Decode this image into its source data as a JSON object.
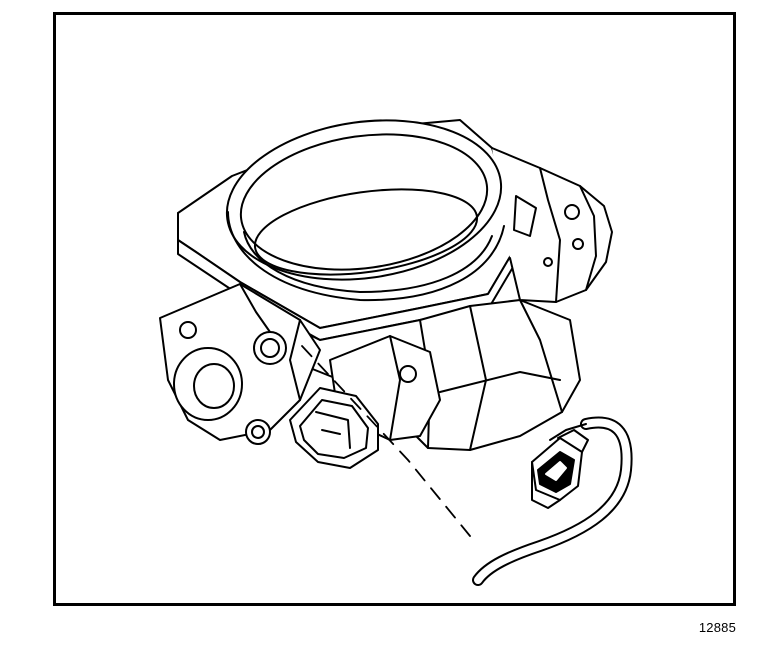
{
  "figure": {
    "id_label": "12885",
    "components": [
      "throttle-body",
      "sensor-connector",
      "wiring-harness",
      "connector-plug"
    ],
    "colors": {
      "line": "#000000",
      "background": "#ffffff"
    }
  }
}
